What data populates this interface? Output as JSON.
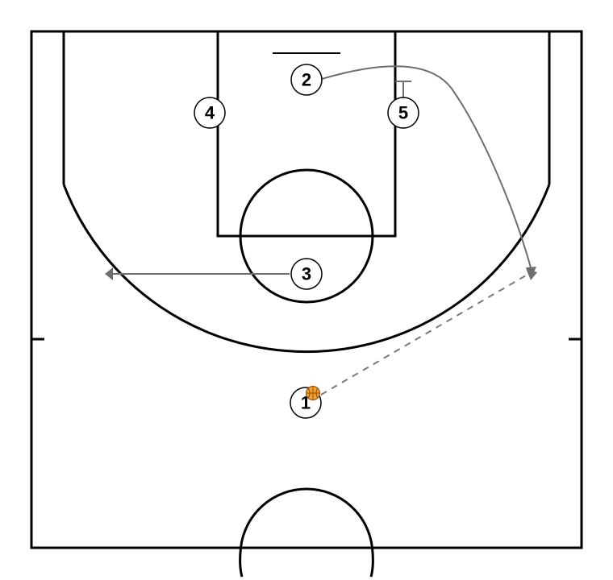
{
  "diagram": {
    "players": [
      {
        "id": "2",
        "label": "2"
      },
      {
        "id": "4",
        "label": "4"
      },
      {
        "id": "5",
        "label": "5"
      },
      {
        "id": "3",
        "label": "3"
      },
      {
        "id": "1",
        "label": "1"
      }
    ],
    "ball_holder": "1",
    "actions": [
      {
        "type": "cut",
        "player": "2"
      },
      {
        "type": "screen",
        "player": "5"
      },
      {
        "type": "cut",
        "player": "3"
      },
      {
        "type": "pass",
        "from": "1"
      }
    ],
    "colors": {
      "court_lines": "#000000",
      "movement": "#6e6e6e",
      "pass": "#7a7a7a",
      "ball": "#f0a030"
    }
  }
}
